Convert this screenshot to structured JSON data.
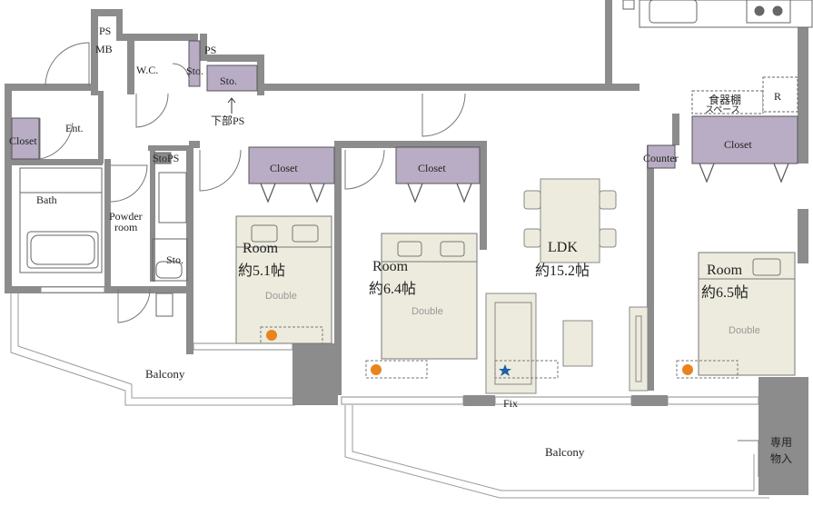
{
  "rooms": {
    "room1": {
      "name": "Room",
      "size": "約5.1帖",
      "bed": "Double"
    },
    "room2": {
      "name": "Room",
      "size": "約6.4帖",
      "bed": "Double"
    },
    "ldk": {
      "name": "LDK",
      "size": "約15.2帖"
    },
    "room3": {
      "name": "Room",
      "size": "約6.5帖",
      "bed": "Double"
    }
  },
  "labels": {
    "ps_mb_1": "PS",
    "ps_mb_2": "MB",
    "wc": "W.C.",
    "sto_small": "Sto.",
    "ps_top": "PS",
    "sto_top": "Sto.",
    "lower_ps": "下部PS",
    "closet_ent": "Closet",
    "ent": "Ent.",
    "sto_ps": "StoPS",
    "bath": "Bath",
    "powder_1": "Powder",
    "powder_2": "room",
    "sto_powder": "Sto.",
    "closet_room1": "Closet",
    "closet_room2": "Closet",
    "closet_room3": "Closet",
    "dish_1": "食器棚",
    "dish_2": "スペース",
    "r": "R",
    "counter": "Counter",
    "balcony_left": "Balcony",
    "balcony_main": "Balcony",
    "fix": "Fix",
    "storage_1": "専用",
    "storage_2": "物入"
  },
  "colors": {
    "wall": "#8c8c8c",
    "closet": "#b8adc4",
    "bed": "#ecebdd",
    "marker_orange": "#e8841e",
    "marker_star": "#1f5fa8"
  }
}
